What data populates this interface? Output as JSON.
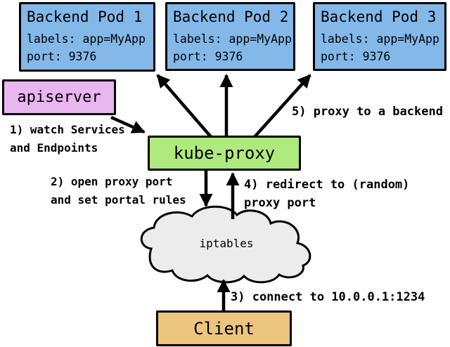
{
  "colors": {
    "background": "#ffffff",
    "border": "#000000",
    "pod-fill": "#83b8e9",
    "apiserver-fill": "#e9b6f0",
    "kube-proxy-fill": "#aeea7d",
    "cloud-fill": "#ececec",
    "client-fill": "#ecc57e"
  },
  "nodes": {
    "pods": [
      {
        "title": "Backend Pod 1",
        "labels": "labels: app=MyApp",
        "port": "port: 9376"
      },
      {
        "title": "Backend Pod 2",
        "labels": "labels: app=MyApp",
        "port": "port: 9376"
      },
      {
        "title": "Backend Pod 3",
        "labels": "labels: app=MyApp",
        "port": "port: 9376"
      }
    ],
    "apiserver": {
      "label": "apiserver"
    },
    "kube_proxy": {
      "label": "kube-proxy"
    },
    "iptables": {
      "label": "iptables"
    },
    "client": {
      "label": "Client"
    }
  },
  "steps": [
    {
      "text": "1) watch Services\nand Endpoints"
    },
    {
      "text": "2) open proxy port\nand set portal rules"
    },
    {
      "text": "3) connect to 10.0.0.1:1234"
    },
    {
      "text": "4) redirect to (random)\nproxy port"
    },
    {
      "text": "5) proxy to a backend"
    }
  ],
  "edges": [
    {
      "from": "apiserver",
      "to": "kube-proxy",
      "step": "1"
    },
    {
      "from": "kube-proxy",
      "to": "backend-pod-1",
      "step": "5"
    },
    {
      "from": "kube-proxy",
      "to": "backend-pod-2",
      "step": "5"
    },
    {
      "from": "kube-proxy",
      "to": "backend-pod-3",
      "step": "5"
    },
    {
      "from": "kube-proxy",
      "to": "iptables",
      "step": "2"
    },
    {
      "from": "iptables",
      "to": "kube-proxy",
      "step": "4"
    },
    {
      "from": "client",
      "to": "iptables",
      "step": "3"
    }
  ]
}
